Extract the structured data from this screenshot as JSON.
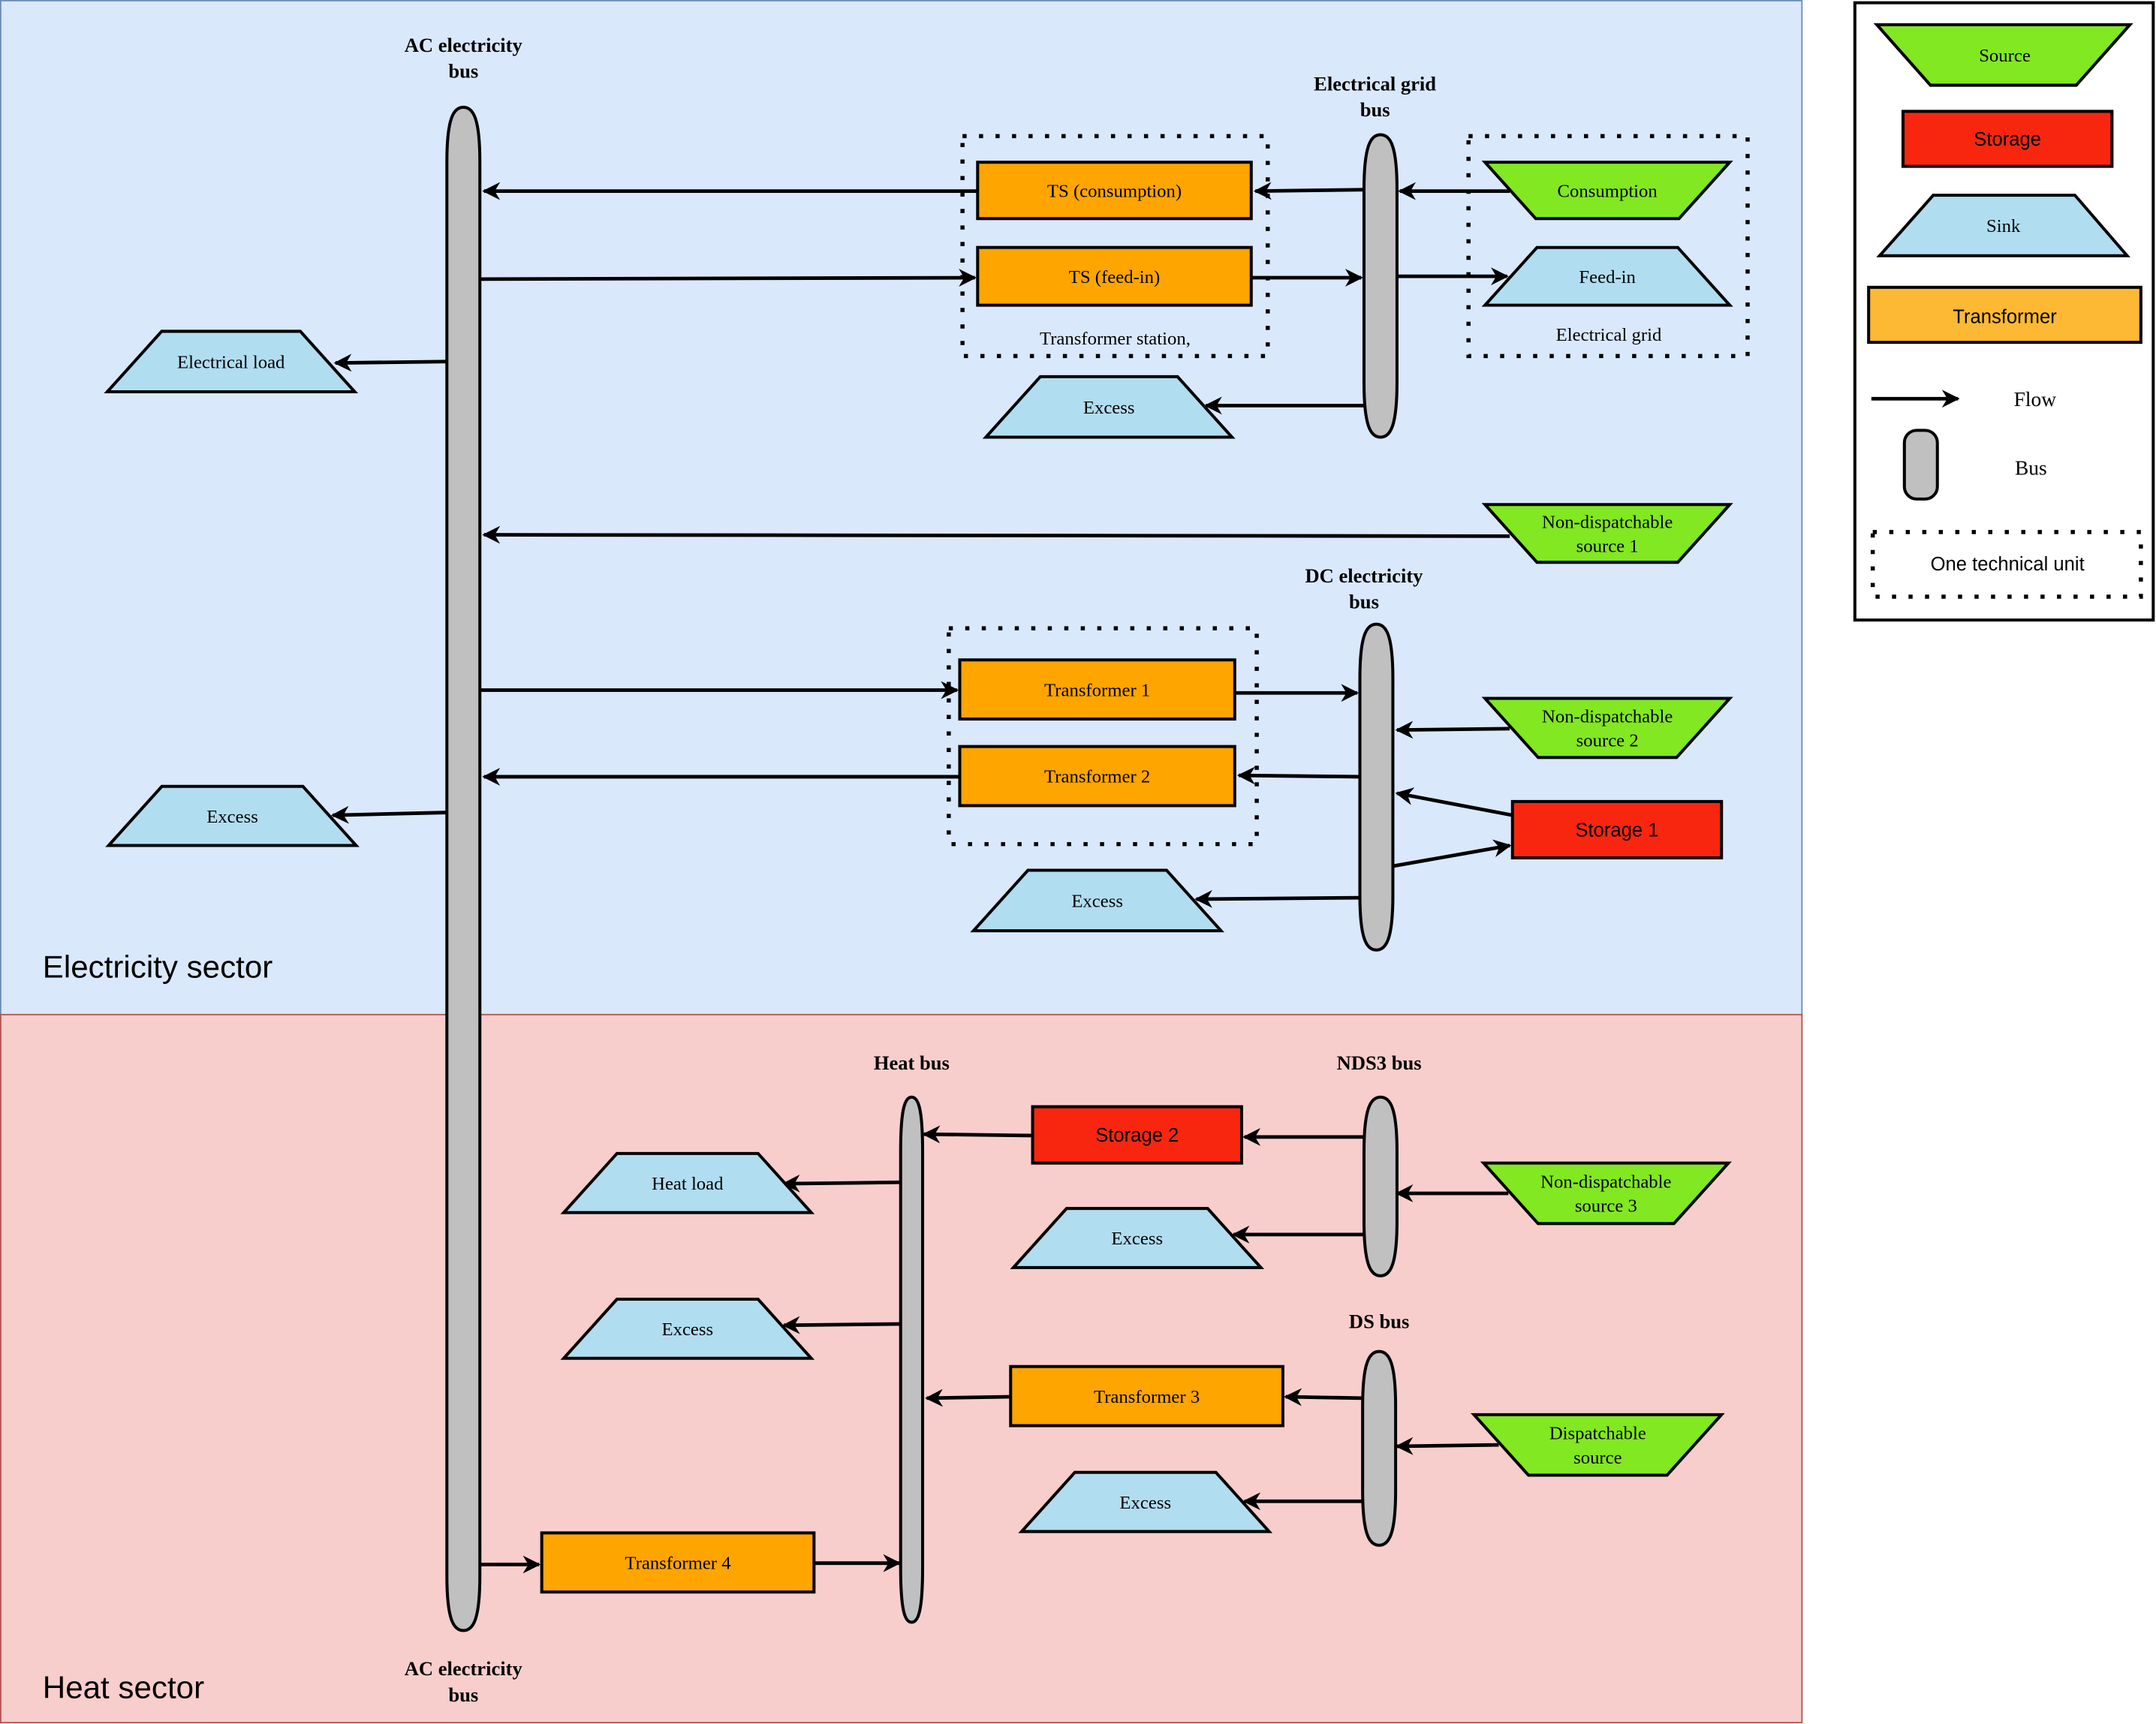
{
  "colors": {
    "electricity_bg": "#dae8fc",
    "electricity_border": "#6c8ebf",
    "heat_bg": "#f8cecc",
    "heat_border": "#b85450",
    "source": "#82e822",
    "storage": "#f8260f",
    "sink": "#b1ddf0",
    "transformer": "#ffa500",
    "legend_transformer": "#fdb933",
    "bus": "#c0c0c0",
    "legend_bg": "#ffffff"
  },
  "sectors": {
    "electricity": "Electricity sector",
    "heat": "Heat sector"
  },
  "buses": {
    "ac_top": [
      "AC electricity",
      "bus"
    ],
    "ac_bottom": [
      "AC electricity",
      "bus"
    ],
    "grid": [
      "Electrical grid",
      "bus"
    ],
    "dc": [
      "DC electricity",
      "bus"
    ],
    "heat": [
      "Heat bus"
    ],
    "nds3": [
      "NDS3 bus"
    ],
    "ds": [
      "DS bus"
    ]
  },
  "components": {
    "ts_consumption": [
      "TS (consumption)"
    ],
    "ts_feedin": [
      "TS (feed-in)"
    ],
    "ts_group": "Transformer station,",
    "consumption": [
      "Consumption"
    ],
    "feedin": [
      "Feed-in"
    ],
    "grid_group": "Electrical grid",
    "excess_grid": [
      "Excess"
    ],
    "electrical_load": [
      "Electrical load"
    ],
    "nds1": [
      "Non-dispatchable",
      "source 1"
    ],
    "transformer1": [
      "Transformer 1"
    ],
    "transformer2": [
      "Transformer 2"
    ],
    "nds2": [
      "Non-dispatchable",
      "source 2"
    ],
    "storage1": [
      "Storage 1"
    ],
    "excess_dc": [
      "Excess"
    ],
    "excess_ac": [
      "Excess"
    ],
    "storage2": [
      "Storage 2"
    ],
    "heat_load": [
      "Heat load"
    ],
    "excess_nds3": [
      "Excess"
    ],
    "nds3": [
      "Non-dispatchable",
      "source 3"
    ],
    "excess_heat": [
      "Excess"
    ],
    "transformer3": [
      "Transformer 3"
    ],
    "dispatchable": [
      "Dispatchable",
      "source"
    ],
    "excess_ds": [
      "Excess"
    ],
    "transformer4": [
      "Transformer 4"
    ]
  },
  "legend": {
    "source": "Source",
    "storage": "Storage",
    "sink": "Sink",
    "transformer": "Transformer",
    "flow": "Flow",
    "bus": "Bus",
    "unit": "One technical unit"
  }
}
